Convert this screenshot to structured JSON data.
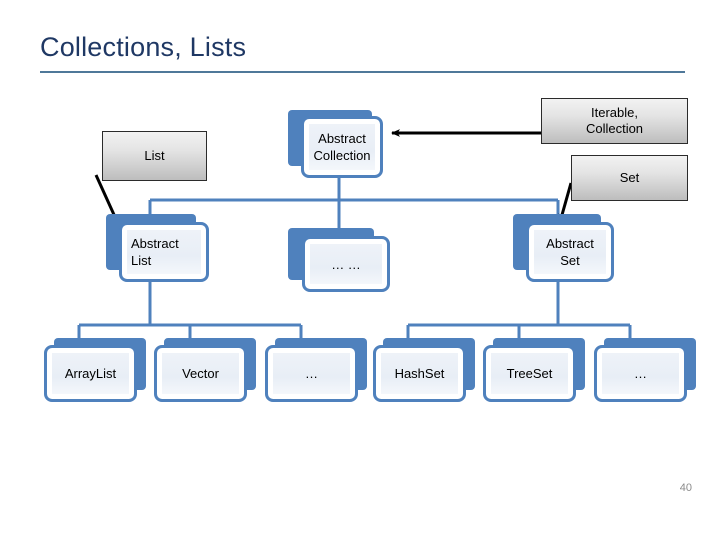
{
  "slide": {
    "title": "Collections, Lists",
    "page_number": "40",
    "accent_color": "#4F81BD",
    "title_color": "#1F3864",
    "rule_color": "#4F7899"
  },
  "diagram": {
    "type": "class-hierarchy",
    "interface_nodes": [
      {
        "id": "list",
        "label": "List",
        "style": "gray"
      },
      {
        "id": "iterable-collection",
        "label": "Iterable,\nCollection",
        "style": "gray"
      },
      {
        "id": "set",
        "label": "Set",
        "style": "gray"
      }
    ],
    "class_nodes": [
      {
        "id": "abstract-collection",
        "label": "Abstract\nCollection",
        "style": "blue",
        "align": "center"
      },
      {
        "id": "abstract-list",
        "label": "Abstract\nList",
        "style": "blue",
        "align": "left"
      },
      {
        "id": "middle-ellipsis",
        "label": "… …",
        "style": "blue",
        "align": "center"
      },
      {
        "id": "abstract-set",
        "label": "Abstract\nSet",
        "style": "blue",
        "align": "center"
      },
      {
        "id": "arraylist",
        "label": "ArrayList",
        "style": "blue",
        "align": "center"
      },
      {
        "id": "vector",
        "label": "Vector",
        "style": "blue",
        "align": "center"
      },
      {
        "id": "list-ellipsis",
        "label": "…",
        "style": "blue",
        "align": "center"
      },
      {
        "id": "hashset",
        "label": "HashSet",
        "style": "blue",
        "align": "center"
      },
      {
        "id": "treeset",
        "label": "TreeSet",
        "style": "blue",
        "align": "center"
      },
      {
        "id": "set-ellipsis",
        "label": "…",
        "style": "blue",
        "align": "center"
      }
    ],
    "node_labels": {
      "abstract_collection_line1": "Abstract",
      "abstract_collection_line2": "Collection",
      "abstract_list_line1": "Abstract",
      "abstract_list_line2": "List",
      "abstract_set_line1": "Abstract",
      "abstract_set_line2": "Set",
      "iterable_line1": "Iterable,",
      "iterable_line2": "Collection",
      "list": "List",
      "set": "Set",
      "middle_ellipsis": "… …",
      "arraylist": "ArrayList",
      "vector": "Vector",
      "list_ellipsis": "…",
      "hashset": "HashSet",
      "treeset": "TreeSet",
      "set_ellipsis": "…"
    },
    "edges": [
      {
        "from": "abstract-collection",
        "to": "abstract-list",
        "kind": "tree",
        "color": "#4F81BD"
      },
      {
        "from": "abstract-collection",
        "to": "middle-ellipsis",
        "kind": "tree",
        "color": "#4F81BD"
      },
      {
        "from": "abstract-collection",
        "to": "abstract-set",
        "kind": "tree",
        "color": "#4F81BD"
      },
      {
        "from": "abstract-list",
        "to": "arraylist",
        "kind": "tree",
        "color": "#4F81BD"
      },
      {
        "from": "abstract-list",
        "to": "vector",
        "kind": "tree",
        "color": "#4F81BD"
      },
      {
        "from": "abstract-list",
        "to": "list-ellipsis",
        "kind": "tree",
        "color": "#4F81BD"
      },
      {
        "from": "abstract-set",
        "to": "hashset",
        "kind": "tree",
        "color": "#4F81BD"
      },
      {
        "from": "abstract-set",
        "to": "treeset",
        "kind": "tree",
        "color": "#4F81BD"
      },
      {
        "from": "abstract-set",
        "to": "set-ellipsis",
        "kind": "tree",
        "color": "#4F81BD"
      },
      {
        "from": "iterable-collection",
        "to": "abstract-collection",
        "kind": "arrow",
        "color": "#000000"
      },
      {
        "from": "list",
        "to": "abstract-list",
        "kind": "arrow",
        "color": "#000000"
      },
      {
        "from": "set",
        "to": "abstract-set",
        "kind": "arrow",
        "color": "#000000"
      }
    ]
  }
}
